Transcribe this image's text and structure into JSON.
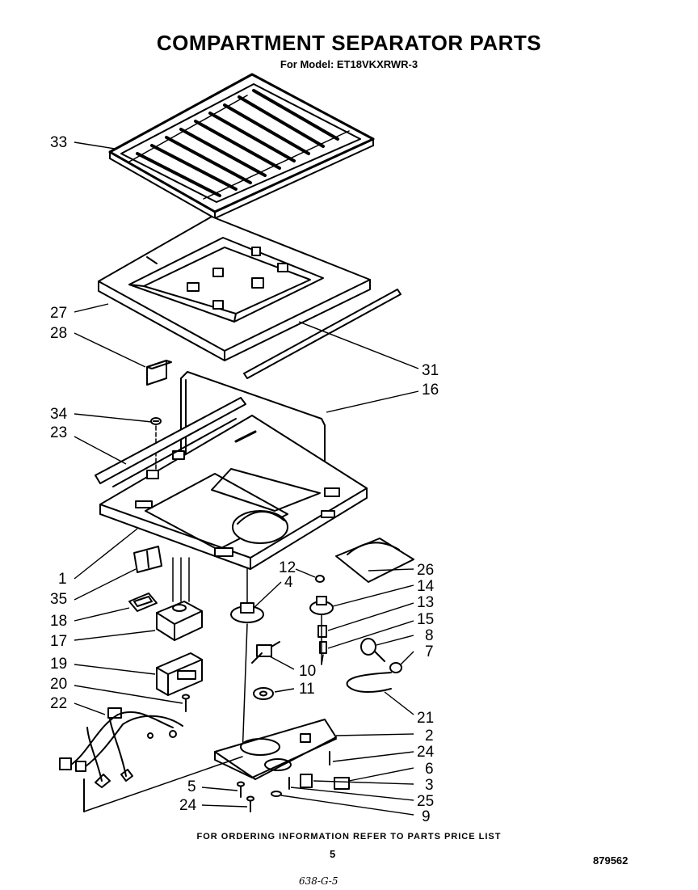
{
  "title": "COMPARTMENT SEPARATOR PARTS",
  "subtitle": "For Model: ET18VKXRWR-3",
  "footer_note": "FOR ORDERING INFORMATION REFER TO PARTS PRICE LIST",
  "page_number": "5",
  "document_number": "879562",
  "handwritten_note": "638-G-5",
  "callouts": [
    "33",
    "27",
    "28",
    "31",
    "16",
    "34",
    "23",
    "1",
    "35",
    "18",
    "17",
    "19",
    "20",
    "22",
    "12",
    "4",
    "26",
    "14",
    "13",
    "15",
    "8",
    "7",
    "10",
    "11",
    "21",
    "2",
    "24",
    "6",
    "3",
    "25",
    "5",
    "24",
    "9"
  ]
}
